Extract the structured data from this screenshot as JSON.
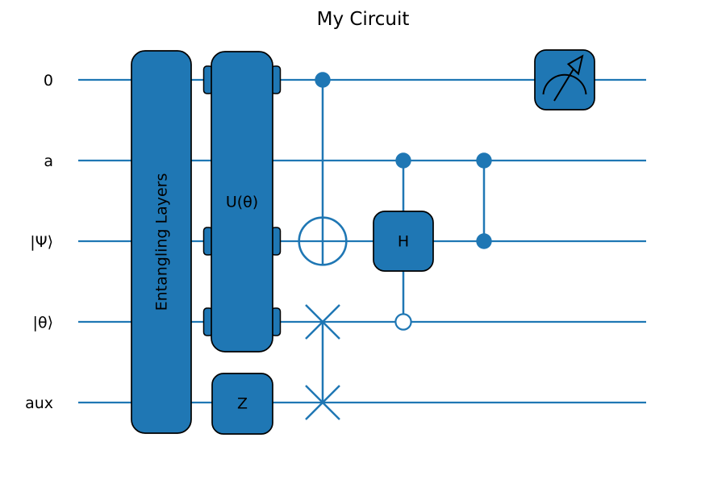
{
  "title": "My Circuit",
  "colors": {
    "primary": "#1f77b4",
    "outline": "#000000",
    "background": "#ffffff",
    "text": "#000000",
    "open_control_fill": "#ffffff"
  },
  "wires": [
    {
      "label": "0"
    },
    {
      "label": "a"
    },
    {
      "label": "|Ψ⟩"
    },
    {
      "label": "|θ⟩"
    },
    {
      "label": "aux"
    }
  ],
  "gates": {
    "entangling_layers": {
      "label": "Entangling Layers",
      "wires": [
        "0",
        "a",
        "|Ψ⟩",
        "|θ⟩",
        "aux"
      ]
    },
    "u_theta": {
      "label": "U(θ)",
      "wires": [
        "0",
        "|Ψ⟩",
        "|θ⟩"
      ]
    },
    "z_gate": {
      "label": "Z",
      "wires": [
        "aux"
      ]
    },
    "cnot": {
      "type": "CNOT",
      "control_wire": "0",
      "target_wire": "|Ψ⟩"
    },
    "swap": {
      "type": "SWAP",
      "wires": [
        "|θ⟩",
        "aux"
      ]
    },
    "controlled_h": {
      "label": "H",
      "control_wire": "a",
      "open_control_wire": "|θ⟩",
      "target_wire": "|Ψ⟩"
    },
    "cz": {
      "type": "CZ",
      "wires": [
        "a",
        "|Ψ⟩"
      ]
    },
    "measurement": {
      "type": "measure",
      "wire": "0"
    }
  }
}
